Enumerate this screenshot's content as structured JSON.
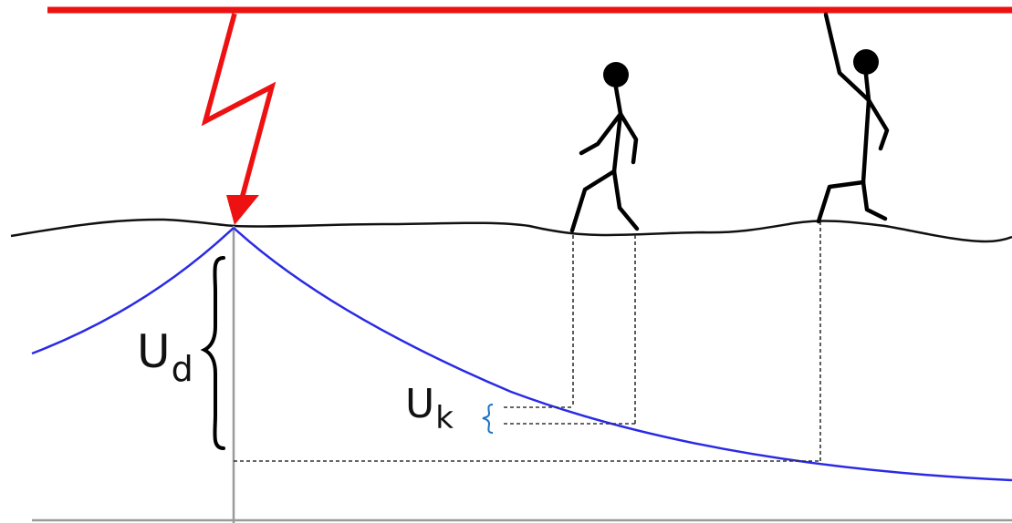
{
  "labels": {
    "ud": {
      "main": "U",
      "sub": "d"
    },
    "uk": {
      "main": "U",
      "sub": "k"
    }
  },
  "colors": {
    "lightning": "#ee1111",
    "potential_curve": "#2a2ae6",
    "ground": "#111111",
    "axis": "#9a9a9a",
    "guide_lines": "#333333",
    "person": "#000000"
  },
  "elements": {
    "power_line": "overhead-line",
    "strike": "lightning-bolt",
    "persons": [
      "person-walking",
      "person-touching-line"
    ]
  }
}
